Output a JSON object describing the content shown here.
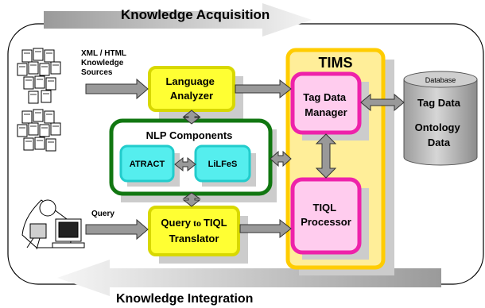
{
  "top_banner": "Knowledge Acquisition",
  "bottom_banner": "Knowledge Integration",
  "sources_label": [
    "XML / HTML",
    "Knowledge",
    "Sources"
  ],
  "query_label": "Query",
  "language_analyzer": [
    "Language",
    "Analyzer"
  ],
  "nlp_components": {
    "title": "NLP Components",
    "atract": "ATRACT",
    "lilfes": "LiLFeS"
  },
  "translator": {
    "line1_a": "Query",
    "line1_to": " to ",
    "line1_b": "TIQL",
    "line2": "Translator"
  },
  "tims": {
    "title": "TIMS",
    "tag_data_manager": [
      "Tag Data",
      "Manager"
    ],
    "tiql_processor": [
      "TIQL",
      "Processor"
    ]
  },
  "database": {
    "caption": "Database",
    "tag_data": "Tag Data",
    "ontology": [
      "Ontology",
      "Data"
    ]
  },
  "colors": {
    "yellow_fill": "#ffff33",
    "yellow_border": "#d8d800",
    "pink_fill": "#ffccee",
    "pink_border": "#ee22aa",
    "cyan_fill": "#55eeee",
    "cyan_border": "#22cccc",
    "green_border": "#117711",
    "tims_fill": "#ffee99",
    "tims_border": "#ffcc00",
    "shadow": "#cccccc",
    "arrow_fill": "#999999",
    "db_fill": "#bbbbbb"
  }
}
